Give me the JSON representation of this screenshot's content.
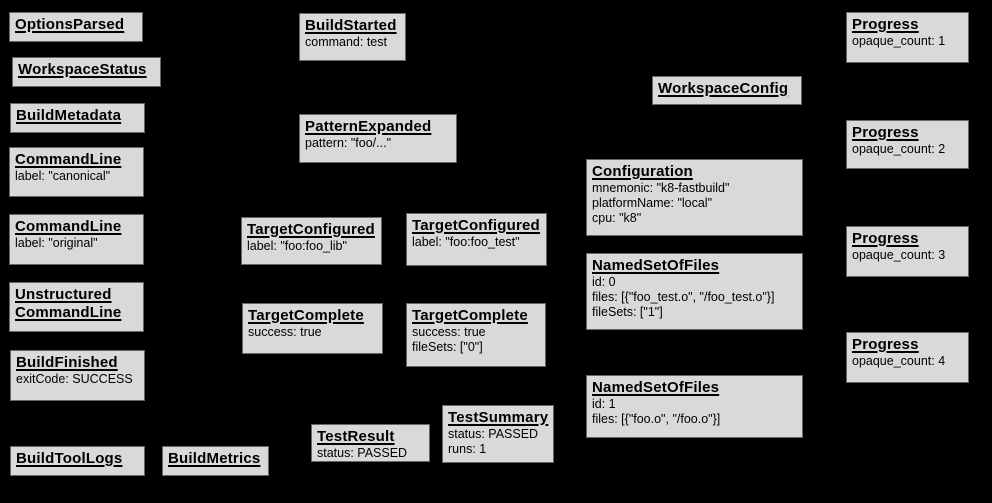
{
  "colors": {
    "background": "#000000",
    "node_fill": "#d9d9d9",
    "node_border": "#666666",
    "text": "#000000"
  },
  "diagram": {
    "nodes": [
      {
        "title": "OptionsParsed",
        "lines": []
      },
      {
        "title": "WorkspaceStatus",
        "lines": []
      },
      {
        "title": "BuildMetadata",
        "lines": []
      },
      {
        "title": "CommandLine",
        "lines": [
          "label: \"canonical\""
        ]
      },
      {
        "title": "CommandLine",
        "lines": [
          "label: \"original\""
        ]
      },
      {
        "title": "Unstructured",
        "title2": "CommandLine",
        "lines": []
      },
      {
        "title": "BuildFinished",
        "lines": [
          "exitCode: SUCCESS"
        ]
      },
      {
        "title": "BuildToolLogs",
        "lines": []
      },
      {
        "title": "BuildMetrics",
        "lines": []
      },
      {
        "title": "BuildStarted",
        "lines": [
          "command: test"
        ]
      },
      {
        "title": "PatternExpanded",
        "lines": [
          "pattern: \"foo/...\""
        ]
      },
      {
        "title": "TargetConfigured",
        "lines": [
          "label: \"foo:foo_lib\""
        ]
      },
      {
        "title": "TargetConfigured",
        "lines": [
          "label: \"foo:foo_test\""
        ]
      },
      {
        "title": "TargetComplete",
        "lines": [
          "success: true"
        ]
      },
      {
        "title": "TargetComplete",
        "lines": [
          "success: true",
          "fileSets: [\"0\"]"
        ]
      },
      {
        "title": "TestResult",
        "lines": [
          "status: PASSED"
        ]
      },
      {
        "title": "TestSummary",
        "lines": [
          "status: PASSED",
          "runs: 1"
        ]
      },
      {
        "title": "WorkspaceConfig",
        "lines": []
      },
      {
        "title": "Configuration",
        "lines": [
          "mnemonic: \"k8-fastbuild\"",
          "platformName: \"local\"",
          "cpu: \"k8\""
        ]
      },
      {
        "title": "NamedSetOfFiles",
        "lines": [
          "id: 0",
          "files: [{\"foo_test.o\", \"/foo_test.o\"}]",
          "fileSets: [\"1\"]"
        ]
      },
      {
        "title": "NamedSetOfFiles",
        "lines": [
          "id: 1",
          "files: [{\"foo.o\", \"/foo.o\"}]"
        ]
      },
      {
        "title": "Progress",
        "lines": [
          "opaque_count: 1"
        ]
      },
      {
        "title": "Progress",
        "lines": [
          "opaque_count: 2"
        ]
      },
      {
        "title": "Progress",
        "lines": [
          "opaque_count: 3"
        ]
      },
      {
        "title": "Progress",
        "lines": [
          "opaque_count: 4"
        ]
      }
    ]
  }
}
